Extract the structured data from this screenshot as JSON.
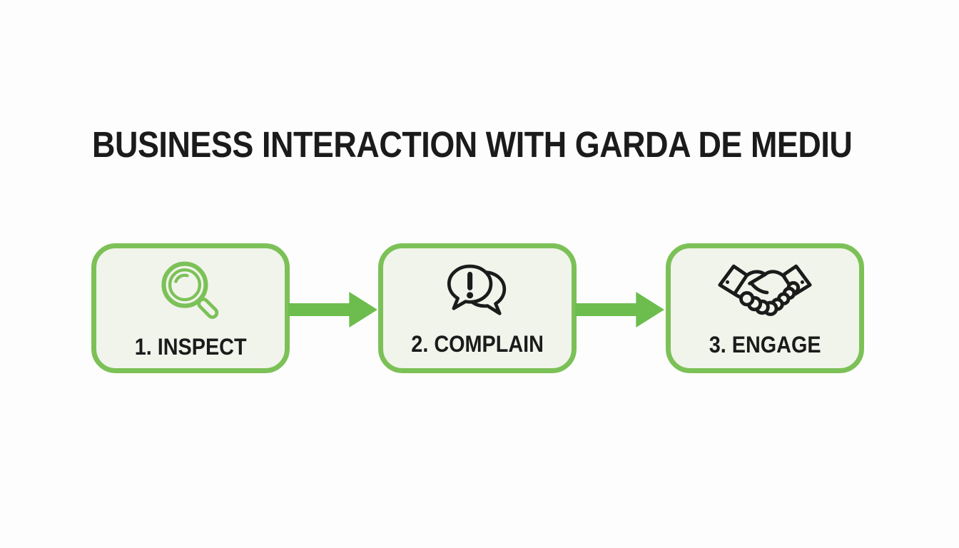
{
  "title": "BUSINESS INTERACTION WITH GARDA DE MEDIU",
  "steps": [
    {
      "number": "1",
      "label": "1. INSPECT",
      "icon": "magnifier-icon"
    },
    {
      "number": "2",
      "label": "2. COMPLAIN",
      "icon": "speech-bubbles-exclamation-icon"
    },
    {
      "number": "3",
      "label": "3. ENGAGE",
      "icon": "handshake-icon"
    }
  ],
  "connectors": [
    {
      "type": "arrow-right",
      "from": "1. INSPECT",
      "to": "2. COMPLAIN"
    },
    {
      "type": "arrow-right",
      "from": "2. COMPLAIN",
      "to": "3. ENGAGE"
    }
  ],
  "colors": {
    "background": "#fdfdfd",
    "box_fill": "#f0f4eb",
    "box_border": "#7cc157",
    "arrow": "#6cbd4d",
    "icon_green": "#7cc157",
    "text": "#1b1b1b"
  }
}
